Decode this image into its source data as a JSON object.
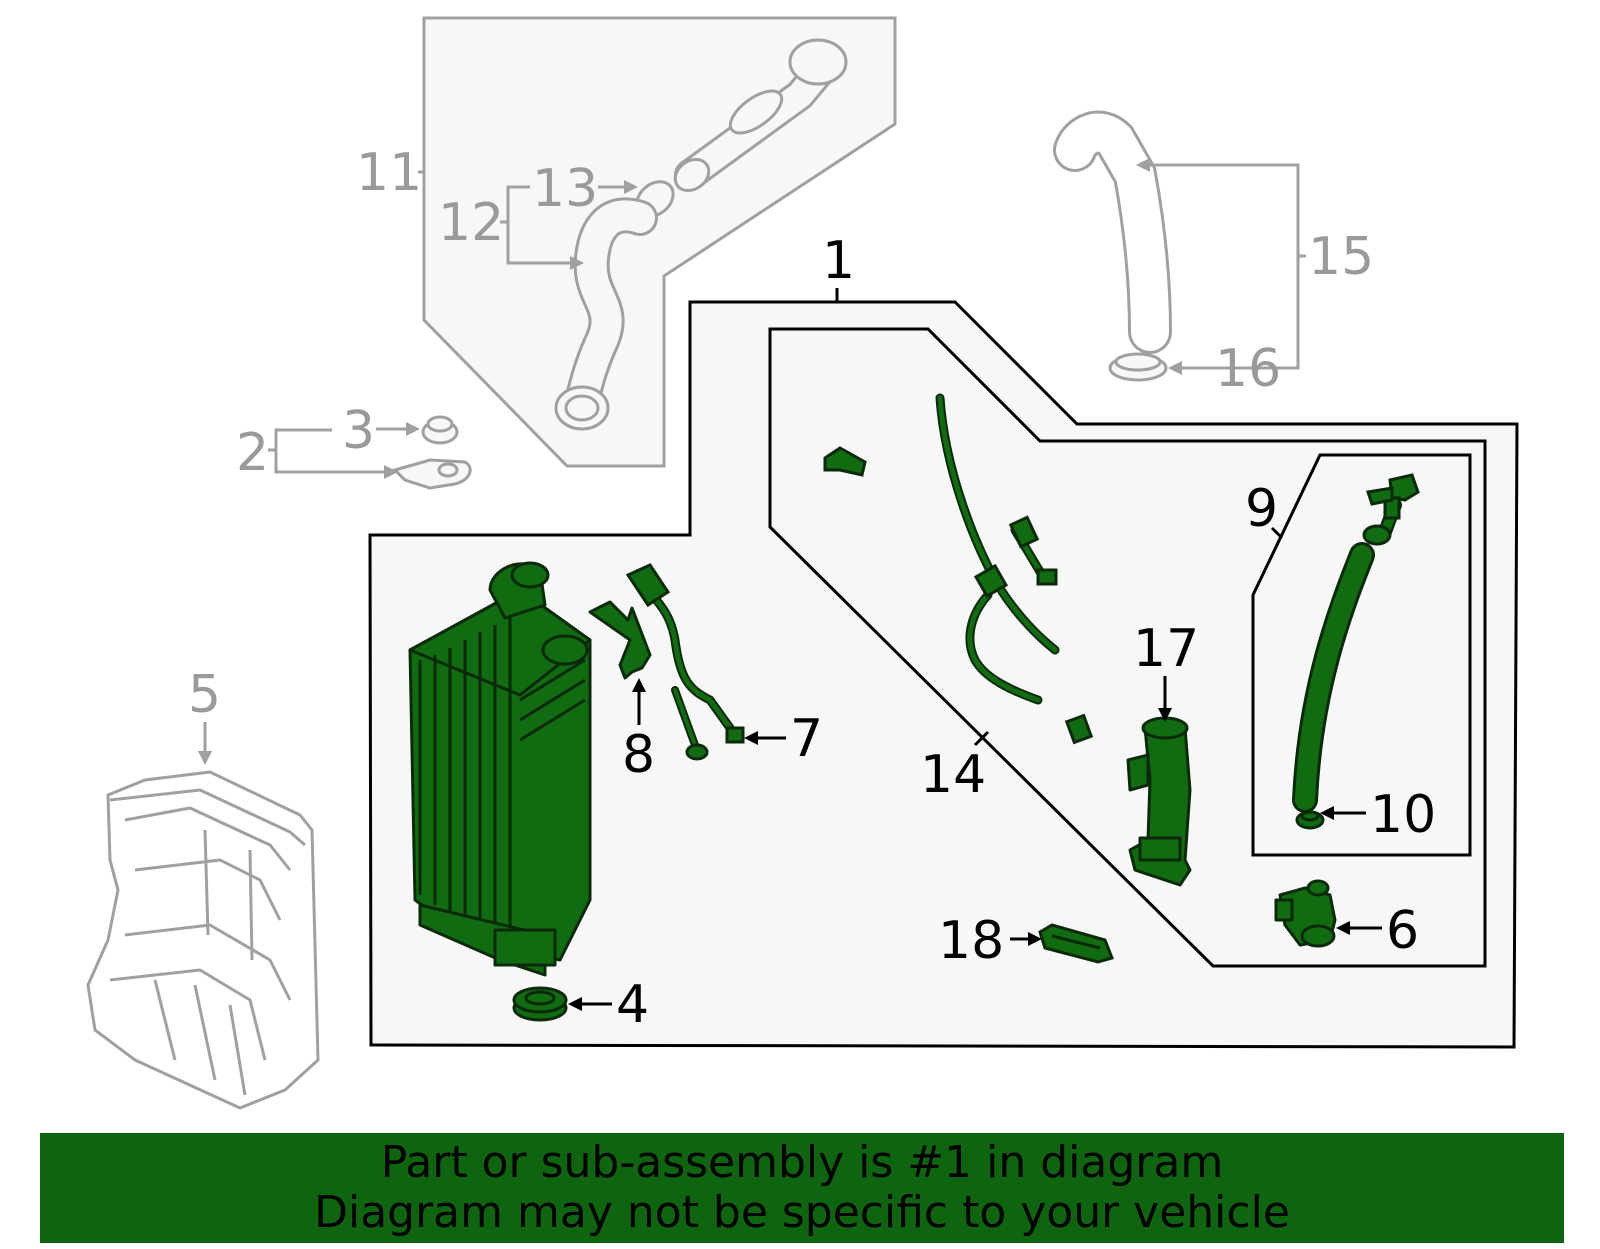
{
  "callouts": {
    "c1": "1",
    "c2": "2",
    "c3": "3",
    "c4": "4",
    "c5": "5",
    "c6": "6",
    "c7": "7",
    "c8": "8",
    "c9": "9",
    "c10": "10",
    "c11": "11",
    "c12": "12",
    "c13": "13",
    "c14": "14",
    "c15": "15",
    "c16": "16",
    "c17": "17",
    "c18": "18"
  },
  "banner": {
    "line1": "Part or sub-assembly is #1 in diagram",
    "line2": "Diagram may not be specific to your vehicle"
  },
  "colors": {
    "highlight_fill": "#116b11",
    "highlight_stroke": "#0a2a0a",
    "inactive_stroke": "#a0a0a0",
    "panel_fill": "#f7f7f7",
    "banner_bg": "#0f650f"
  }
}
